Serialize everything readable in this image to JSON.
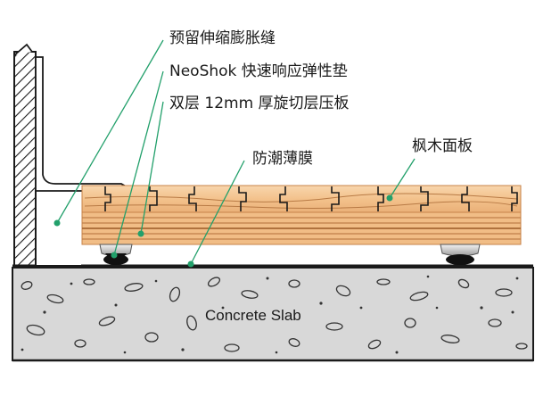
{
  "labels": {
    "expansion_gap": "预留伸缩膨胀缝",
    "neoshok_pad": "NeoShok 快速响应弹性垫",
    "plywood": "双层 12mm 厚旋切层压板",
    "moisture_film": "防潮薄膜",
    "maple_board": "枫木面板",
    "concrete_slab": "Concrete Slab"
  },
  "colors": {
    "leader_line": "#22a06b",
    "wood_light": "#f6cfa0",
    "wood_dark": "#e9a765",
    "concrete": "#d9d9d9",
    "outline": "#1a1a1a"
  }
}
